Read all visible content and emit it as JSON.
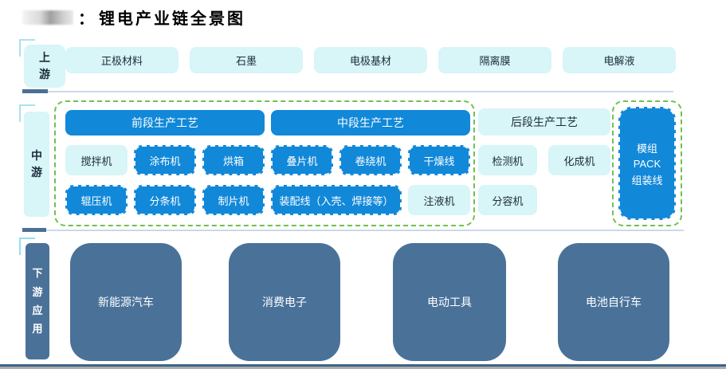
{
  "page": {
    "title": "锂电产业链全景图",
    "title_separator": "："
  },
  "colors": {
    "accent_blue": "#1188d8",
    "light_cyan": "#d8f5f8",
    "slate_blue": "#4a7299",
    "green_dash_border": "#6fc24d",
    "navy_text": "#1c2b3a"
  },
  "upstream": {
    "label": "上游",
    "items": [
      "正极材料",
      "石墨",
      "电极基材",
      "隔离膜",
      "电解液"
    ]
  },
  "midstream": {
    "label": "中游",
    "front": {
      "header": "前段生产工艺",
      "row1": [
        "搅拌机",
        "涂布机",
        "烘箱"
      ],
      "row2": [
        "辊压机",
        "分条机",
        "制片机"
      ]
    },
    "middle": {
      "header": "中段生产工艺",
      "row1": [
        "叠片机",
        "卷绕机",
        "干燥线"
      ],
      "row2": [
        "装配线（入壳、焊接等）",
        "注液机"
      ]
    },
    "back": {
      "header": "后段生产工艺",
      "row1": [
        "检测机",
        "化成机"
      ],
      "row2": [
        "分容机"
      ]
    },
    "pack": [
      "模组",
      "PACK",
      "组装线"
    ]
  },
  "downstream": {
    "label": "下游应用",
    "items": [
      "新能源汽车",
      "消费电子",
      "电动工具",
      "电池自行车"
    ]
  }
}
